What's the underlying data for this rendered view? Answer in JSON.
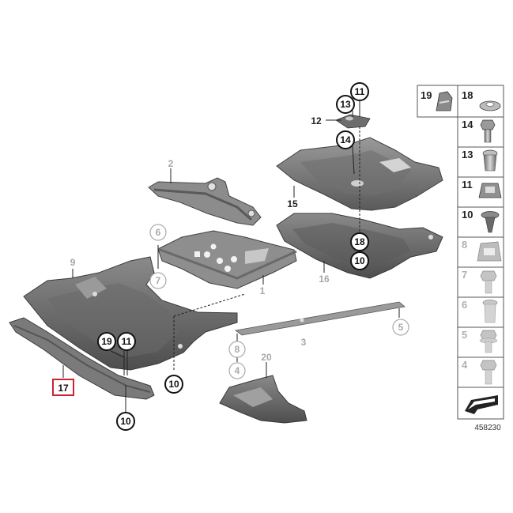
{
  "diagram": {
    "reference_number": "458230",
    "part_labels": {
      "p1": "1",
      "p2": "2",
      "p3": "3",
      "p9": "9",
      "p12": "12",
      "p15": "15",
      "p16": "16",
      "p20": "20"
    },
    "circled_labels": {
      "c11_top": "11",
      "c13_top": "13",
      "c14": "14",
      "c18": "18",
      "c10_right": "10",
      "c6": "6",
      "c7": "7",
      "c5": "5",
      "c8": "8",
      "c4": "4",
      "c19": "19",
      "c11_left": "11",
      "c10_mid": "10",
      "c10_bottom": "10"
    },
    "highlighted_label": "17",
    "side_panel": {
      "items": [
        {
          "label": "19"
        },
        {
          "label": "18"
        },
        {
          "label": "14"
        },
        {
          "label": "13"
        },
        {
          "label": "11"
        },
        {
          "label": "10"
        },
        {
          "label": "8"
        },
        {
          "label": "7"
        },
        {
          "label": "6"
        },
        {
          "label": "5"
        },
        {
          "label": "4"
        }
      ]
    },
    "colors": {
      "part_dark": "#5b5b5b",
      "part_mid": "#7d7d7d",
      "part_light": "#a3a3a3",
      "highlight": "#cc2233"
    }
  }
}
